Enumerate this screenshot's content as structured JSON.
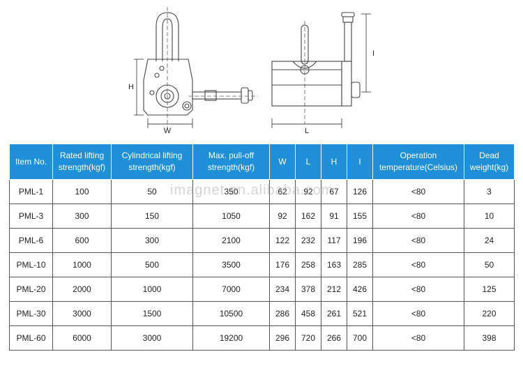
{
  "diagram": {
    "front_view_dims": {
      "height_label": "H",
      "width_label": "W"
    },
    "side_view_dims": {
      "length_label": "L",
      "i_label": "I"
    }
  },
  "table": {
    "headers": [
      {
        "line1": "Item No.",
        "line2": ""
      },
      {
        "line1": "Rated lifting",
        "line2": "strength(kgf)"
      },
      {
        "line1": "Cylindrical lifting",
        "line2": "strength(kgf)"
      },
      {
        "line1": "Max. pull-off",
        "line2": "strength(kgf)"
      },
      {
        "line1": "W",
        "line2": ""
      },
      {
        "line1": "L",
        "line2": ""
      },
      {
        "line1": "H",
        "line2": ""
      },
      {
        "line1": "I",
        "line2": ""
      },
      {
        "line1": "Operation",
        "line2": "temperature(Celsius)"
      },
      {
        "line1": "Dead",
        "line2": "weight(kg)"
      }
    ],
    "rows": [
      [
        "PML-1",
        "100",
        "50",
        "350",
        "62",
        "92",
        "67",
        "126",
        "<80",
        "3"
      ],
      [
        "PML-3",
        "300",
        "150",
        "1050",
        "92",
        "162",
        "91",
        "155",
        "<80",
        "10"
      ],
      [
        "PML-6",
        "600",
        "300",
        "2100",
        "122",
        "232",
        "117",
        "196",
        "<80",
        "24"
      ],
      [
        "PML-10",
        "1000",
        "500",
        "3500",
        "176",
        "258",
        "163",
        "285",
        "<80",
        "50"
      ],
      [
        "PML-20",
        "2000",
        "1000",
        "7000",
        "234",
        "378",
        "212",
        "426",
        "<80",
        "125"
      ],
      [
        "PML-30",
        "3000",
        "1500",
        "10500",
        "286",
        "458",
        "261",
        "521",
        "<80",
        "220"
      ],
      [
        "PML-60",
        "6000",
        "3000",
        "19200",
        "296",
        "720",
        "266",
        "700",
        "<80",
        "398"
      ]
    ]
  },
  "watermark": "imagnet.en.alibaba.com",
  "colors": {
    "header_bg": "#1f8fd8",
    "header_text": "#ffffff",
    "border": "#555555"
  }
}
